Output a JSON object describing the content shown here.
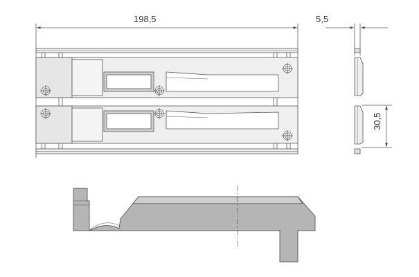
{
  "dimensions": {
    "length": "198,5",
    "thickness": "5,5",
    "height": "30,5"
  },
  "colors": {
    "line": "#555555",
    "part_fill": "#efefef",
    "dark_fill": "#d0d0d0",
    "profile_fill": "#b5b5b5",
    "profile_top": "#cfcfcf"
  }
}
